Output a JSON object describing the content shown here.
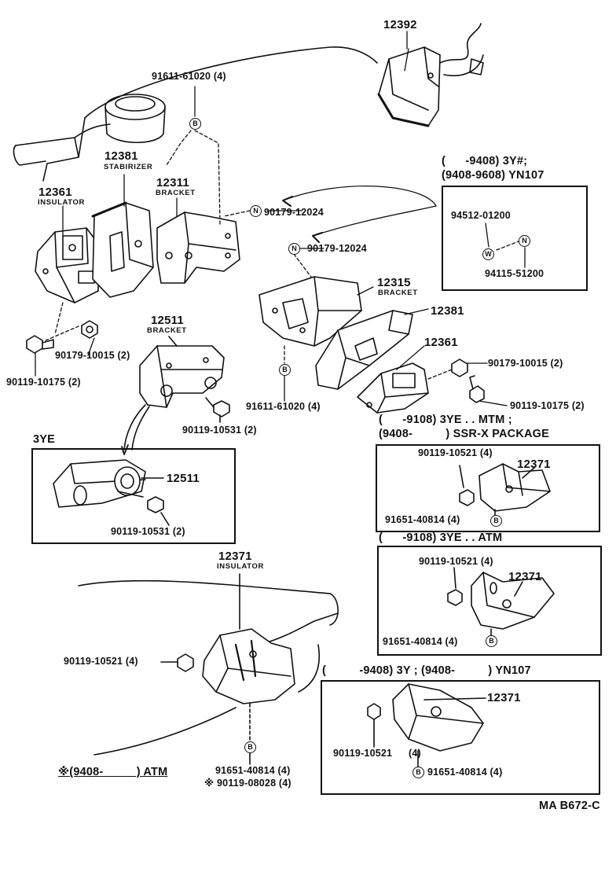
{
  "diagram": {
    "code": "MA B672-C",
    "symbols": {
      "b": "B",
      "n": "N",
      "w": "W"
    },
    "main": {
      "p12392": "12392",
      "p91611_top": "91611-61020 (4)",
      "p12381_top": "12381",
      "stabirizer": "STABIRIZER",
      "p12311": "12311",
      "bracket_12311": "BRACKET",
      "p12361_left": "12361",
      "insulator_left": "INSULATOR",
      "p90179_12024_a": "90179-12024",
      "p90179_12024_b": "90179-12024",
      "p12315": "12315",
      "bracket_12315": "BRACKET",
      "p12381_right": "12381",
      "p12361_right": "12361",
      "p90179_10015_right": "90179-10015 (2)",
      "p90119_10175_right": "90119-10175 (2)",
      "p91611_mid": "91611-61020 (4)",
      "p12511": "12511",
      "bracket_12511": "BRACKET",
      "p90179_10015_left": "90179-10015 (2)",
      "p90119_10175_left": "90119-10175 (2)",
      "p90119_10531": "90119-10531 (2)"
    },
    "box_3y": {
      "line1": "(      -9408) 3Y#;",
      "line2": "(9408-9608) YN107",
      "p94512": "94512-01200",
      "p94115": "94115-51200"
    },
    "box_3ye": {
      "title": "3YE",
      "p12511": "12511",
      "p90119": "90119-10531 (2)"
    },
    "box_mtm": {
      "line1": "(      -9108) 3YE . . MTM ;",
      "line2": "(9408-          ) SSR-X PACKAGE",
      "p90119": "90119-10521 (4)",
      "p12371": "12371",
      "p91651": "91651-40814 (4)"
    },
    "box_atm": {
      "line1": "(      -9108) 3YE . . ATM",
      "p90119": "90119-10521 (4)",
      "p12371": "12371",
      "p91651": "91651-40814 (4)"
    },
    "lower_main": {
      "p12371": "12371",
      "insulator": "INSULATOR",
      "p90119": "90119-10521 (4)",
      "p91651": "91651-40814 (4)",
      "p90119_08028": "※ 90119-08028 (4)",
      "note": "※(9408-          ) ATM"
    },
    "box_yn107": {
      "line1": "(          -9408) 3Y ; (9408-          ) YN107",
      "p12371": "12371",
      "p90119": "90119-10521",
      "qty": "(4)",
      "p91651": "91651-40814 (4)"
    }
  }
}
